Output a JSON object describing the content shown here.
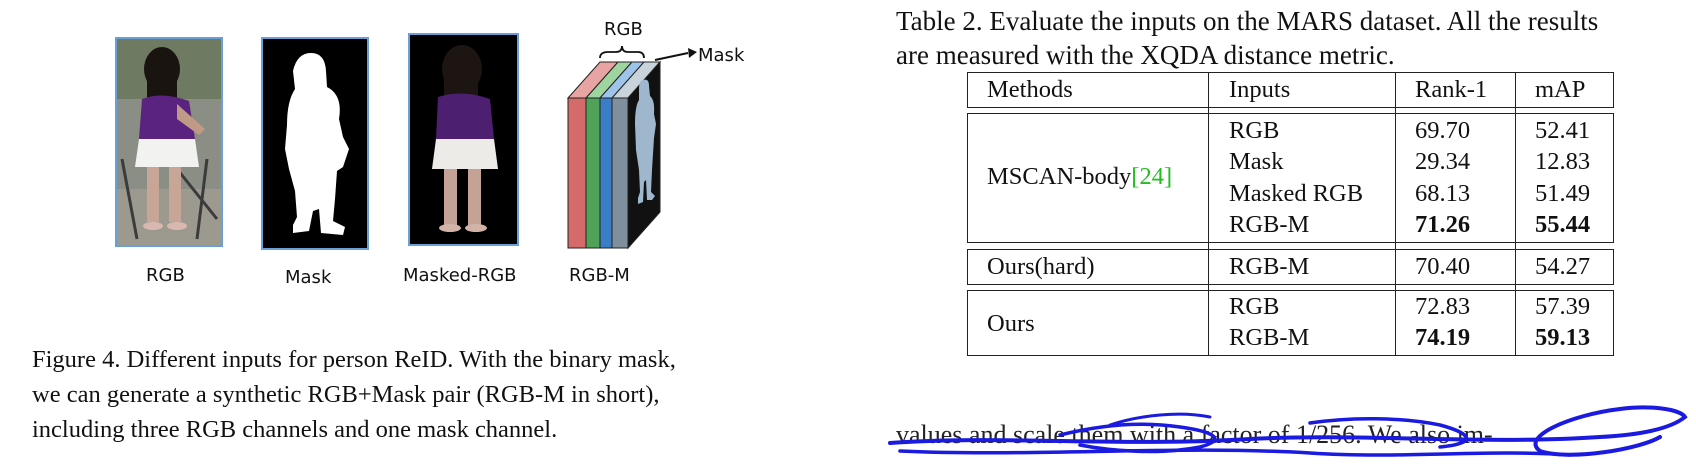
{
  "figure": {
    "labels": {
      "rgb": "RGB",
      "mask": "Mask",
      "masked_rgb": "Masked-RGB",
      "rgbm": "RGB-M"
    },
    "cube_top_label": "RGB",
    "cube_arrow_label": "Mask",
    "caption_lines": [
      "Figure 4. Different inputs for person ReID. With the binary mask,",
      "we can generate a synthetic RGB+Mask pair (RGB-M in short),",
      "including three RGB channels and one mask channel."
    ]
  },
  "table": {
    "caption_lines": [
      "Table 2. Evaluate the inputs on the MARS dataset. All the results",
      "are measured with the XQDA distance metric."
    ],
    "headers": [
      "Methods",
      "Inputs",
      "Rank-1",
      "mAP"
    ],
    "group1": {
      "method": "MSCAN-body",
      "citation": "[24]",
      "inputs": [
        "RGB",
        "Mask",
        "Masked RGB",
        "RGB-M"
      ],
      "rank1": [
        "69.70",
        "29.34",
        "68.13",
        "71.26"
      ],
      "map": [
        "52.41",
        "12.83",
        "51.49",
        "55.44"
      ]
    },
    "group2": {
      "method": "Ours(hard)",
      "input": "RGB-M",
      "rank1": "70.40",
      "map": "54.27"
    },
    "group3": {
      "method": "Ours",
      "inputs": [
        "RGB",
        "RGB-M"
      ],
      "rank1": [
        "72.83",
        "74.19"
      ],
      "map": [
        "57.39",
        "59.13"
      ]
    }
  },
  "body_text": "values and scale them with a factor of 1/256. We also im-",
  "colors": {
    "panel_border": "#6aa0d8",
    "citation": "#1fbf1f",
    "scribble": "#1a1ae0",
    "purple_shirt": "#5a2380"
  }
}
